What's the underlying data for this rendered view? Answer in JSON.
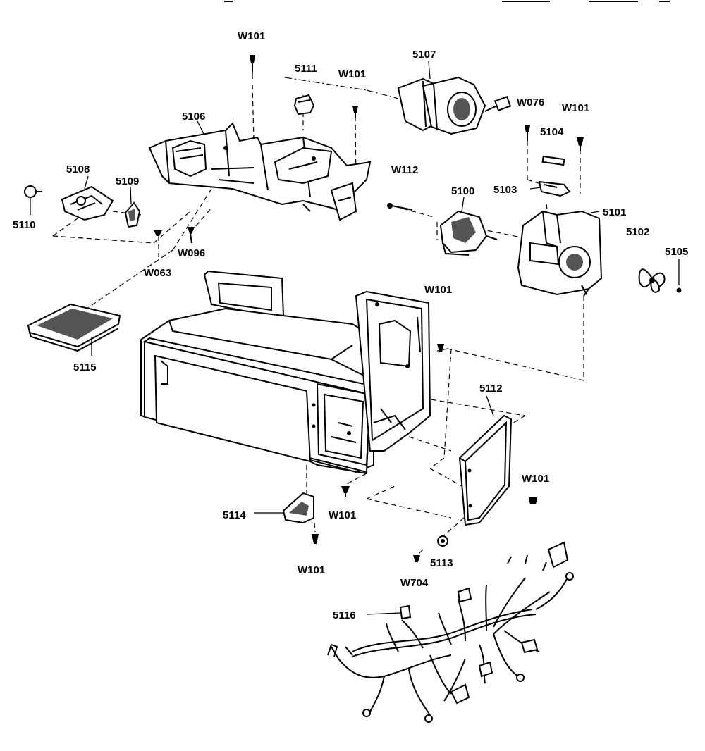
{
  "labels": {
    "w101_top": "W101",
    "p5111": "5111",
    "w101_b": "W101",
    "p5107": "5107",
    "w076": "W076",
    "w101_c": "W101",
    "p5106": "5106",
    "p5104": "5104",
    "p5108": "5108",
    "p5109": "5109",
    "w112": "W112",
    "p5100": "5100",
    "p5103": "5103",
    "p5101": "5101",
    "p5110": "5110",
    "w096": "W096",
    "p5102": "5102",
    "p5105": "5105",
    "w063": "W063",
    "w101_d": "W101",
    "p5115": "5115",
    "p5112": "5112",
    "w101_e": "W101",
    "p5114": "5114",
    "w101_f": "W101",
    "w101_g": "W101",
    "p5113": "5113",
    "w704": "W704",
    "p5116": "5116"
  }
}
